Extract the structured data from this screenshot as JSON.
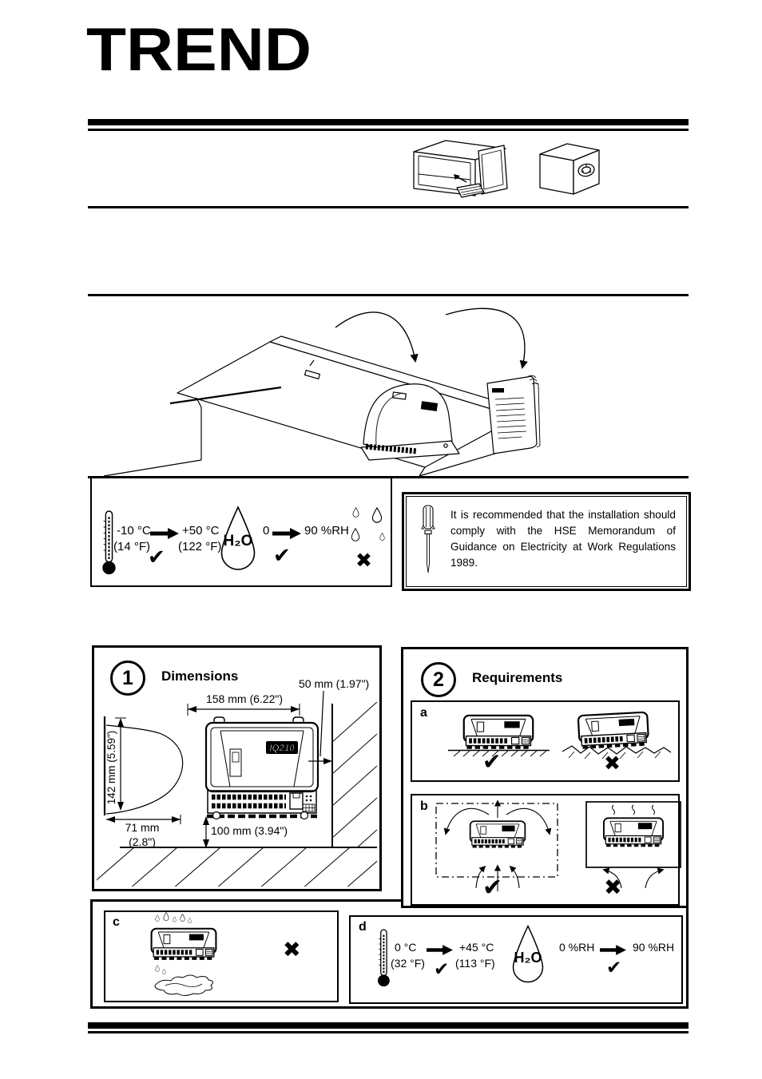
{
  "brand": {
    "logo_text": "TREND"
  },
  "icons": {
    "check": "✔",
    "cross": "✖"
  },
  "storage": {
    "temp_low": "-10 °C",
    "temp_low_f": "(14 °F)",
    "temp_high": "+50 °C",
    "temp_high_f": "(122 °F)",
    "humidity_low": "0",
    "humidity_high": "90 %RH",
    "water": "H₂O"
  },
  "safety_note": {
    "text": "It is recommended that the installation should comply with the HSE Memorandum of Guidance on Electricity at Work Regulations 1989."
  },
  "dimensions": {
    "number": "1",
    "title": "Dimensions",
    "clearance_side": "50 mm (1.97\")",
    "width": "158 mm (6.22\")",
    "height": "142 mm (5.59\")",
    "depth_line1": "71 mm",
    "depth_line2": "(2.8\")",
    "clearance_below": "100 mm (3.94\")",
    "device_label": "IQ210"
  },
  "requirements": {
    "number": "2",
    "title": "Requirements",
    "item_a": "a",
    "item_b": "b",
    "item_c": "c",
    "item_d": "d"
  },
  "operating": {
    "temp_low": "0 °C",
    "temp_low_f": "(32 °F)",
    "temp_high": "+45 °C",
    "temp_high_f": "(113 °F)",
    "humidity_low": "0 %RH",
    "humidity_high": "90 %RH",
    "water": "H₂O"
  }
}
